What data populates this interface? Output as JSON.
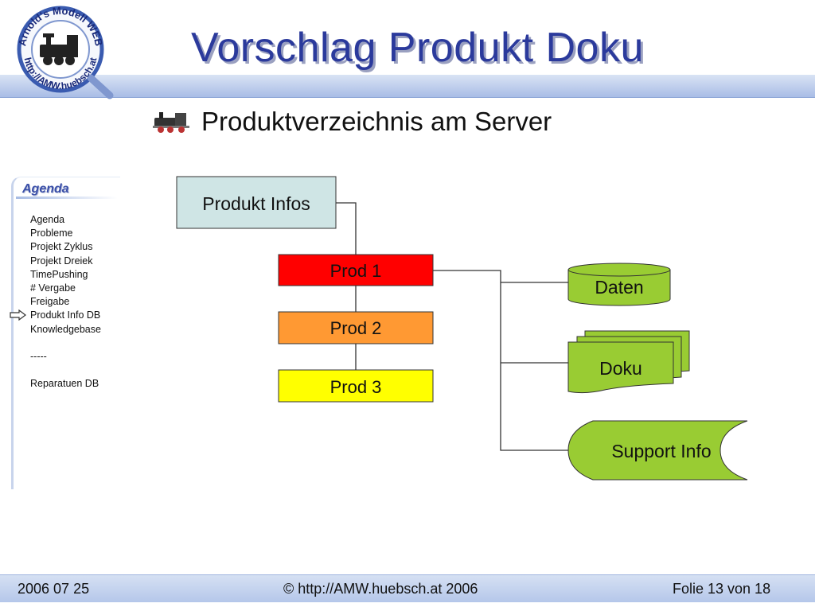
{
  "slide": {
    "title": "Vorschlag Produkt Doku",
    "subtitle": "Produktverzeichnis am Server",
    "logo": {
      "text_top": "Arnold's Modell WEB",
      "text_bottom": "http://AMW.huebsch.at",
      "icon": "locomotive-icon"
    },
    "bullet_icon": "locomotive-icon"
  },
  "sidebar": {
    "heading": "Agenda",
    "items": [
      "Agenda",
      "Probleme",
      "Projekt Zyklus",
      "Projekt Dreiek",
      "TimePushing",
      "# Vergabe",
      "Freigabe",
      "Produkt Info DB",
      "Knowledgebase",
      "",
      "-----",
      "",
      "Reparatuen DB"
    ],
    "current_item_index": 7,
    "current_indicator_icon": "arrow-right-icon"
  },
  "diagram": {
    "nodes": {
      "produkt_infos": {
        "label": "Produkt Infos",
        "color": "#cfe5e5"
      },
      "prod1": {
        "label": "Prod 1",
        "color": "#ff0000"
      },
      "prod2": {
        "label": "Prod 2",
        "color": "#ff9933"
      },
      "prod3": {
        "label": "Prod 3",
        "color": "#ffff00"
      },
      "daten": {
        "label": "Daten",
        "color": "#99cc33"
      },
      "doku": {
        "label": "Doku",
        "color": "#99cc33"
      },
      "support_info": {
        "label": "Support Info",
        "color": "#99cc33"
      }
    }
  },
  "footer": {
    "date": "2006 07 25",
    "copyright": "© http://AMW.huebsch.at 2006",
    "slide_number": "Folie 13 von  18"
  },
  "colors": {
    "title": "#2b3a9c",
    "header_band": "#a9bde6",
    "connector": "#333333"
  }
}
